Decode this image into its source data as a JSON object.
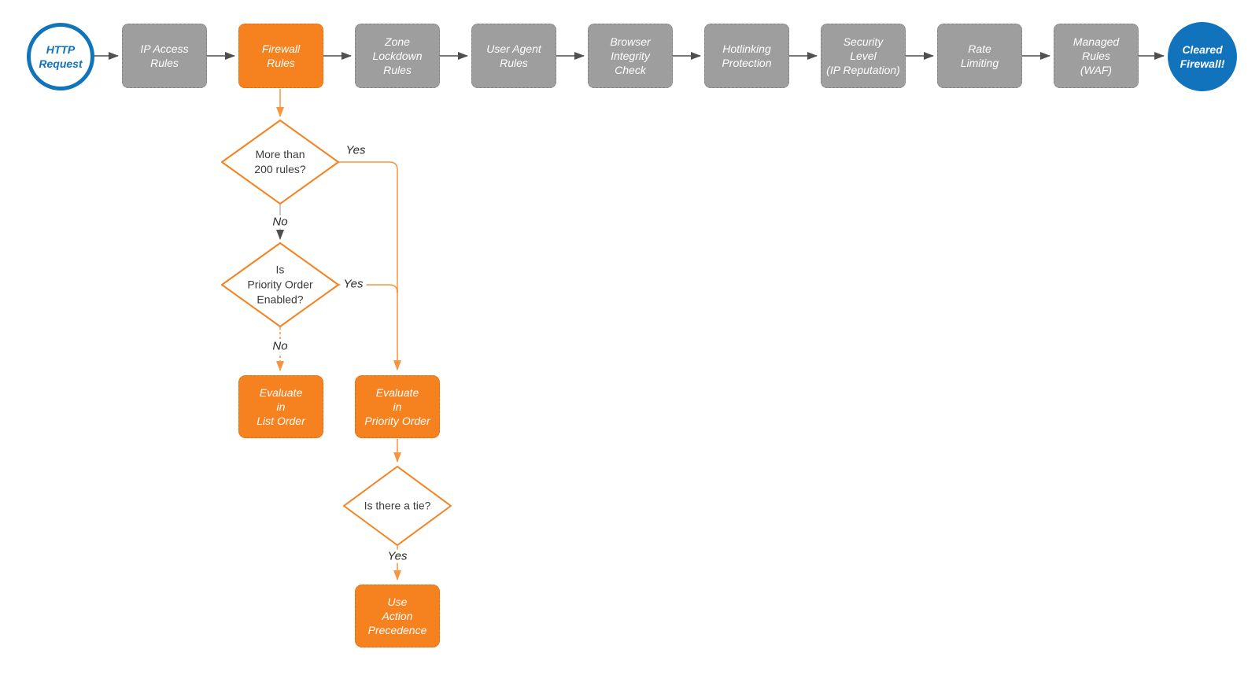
{
  "colors": {
    "orange": "#F6821F",
    "gray_node": "#9E9E9E",
    "blue": "#1073BB",
    "line_dark": "#4F4F4F",
    "line_gray": "#B5B5B5",
    "text_dark": "#3C3C3C"
  },
  "pipeline": {
    "start": "HTTP\nRequest",
    "steps": [
      {
        "label": "IP Access\nRules",
        "highlighted": false
      },
      {
        "label": "Firewall\nRules",
        "highlighted": true
      },
      {
        "label": "Zone\nLockdown\nRules",
        "highlighted": false
      },
      {
        "label": "User Agent\nRules",
        "highlighted": false
      },
      {
        "label": "Browser\nIntegrity\nCheck",
        "highlighted": false
      },
      {
        "label": "Hotlinking\nProtection",
        "highlighted": false
      },
      {
        "label": "Security\nLevel\n(IP Reputation)",
        "highlighted": false
      },
      {
        "label": "Rate\nLimiting",
        "highlighted": false
      },
      {
        "label": "Managed\nRules\n(WAF)",
        "highlighted": false
      }
    ],
    "end": "Cleared\nFirewall!"
  },
  "decisions": {
    "more_than_200_rules": "More than\n200 rules?",
    "priority_order_enabled": "Is\nPriority Order\nEnabled?",
    "is_there_a_tie": "Is there a tie?"
  },
  "actions": {
    "evaluate_list_order": "Evaluate\nin\nList Order",
    "evaluate_priority_order": "Evaluate\nin\nPriority Order",
    "use_action_precedence": "Use\nAction\nPrecedence"
  },
  "edge_labels": {
    "yes1": "Yes",
    "no1": "No",
    "yes2": "Yes",
    "no2": "No",
    "yes3": "Yes"
  }
}
